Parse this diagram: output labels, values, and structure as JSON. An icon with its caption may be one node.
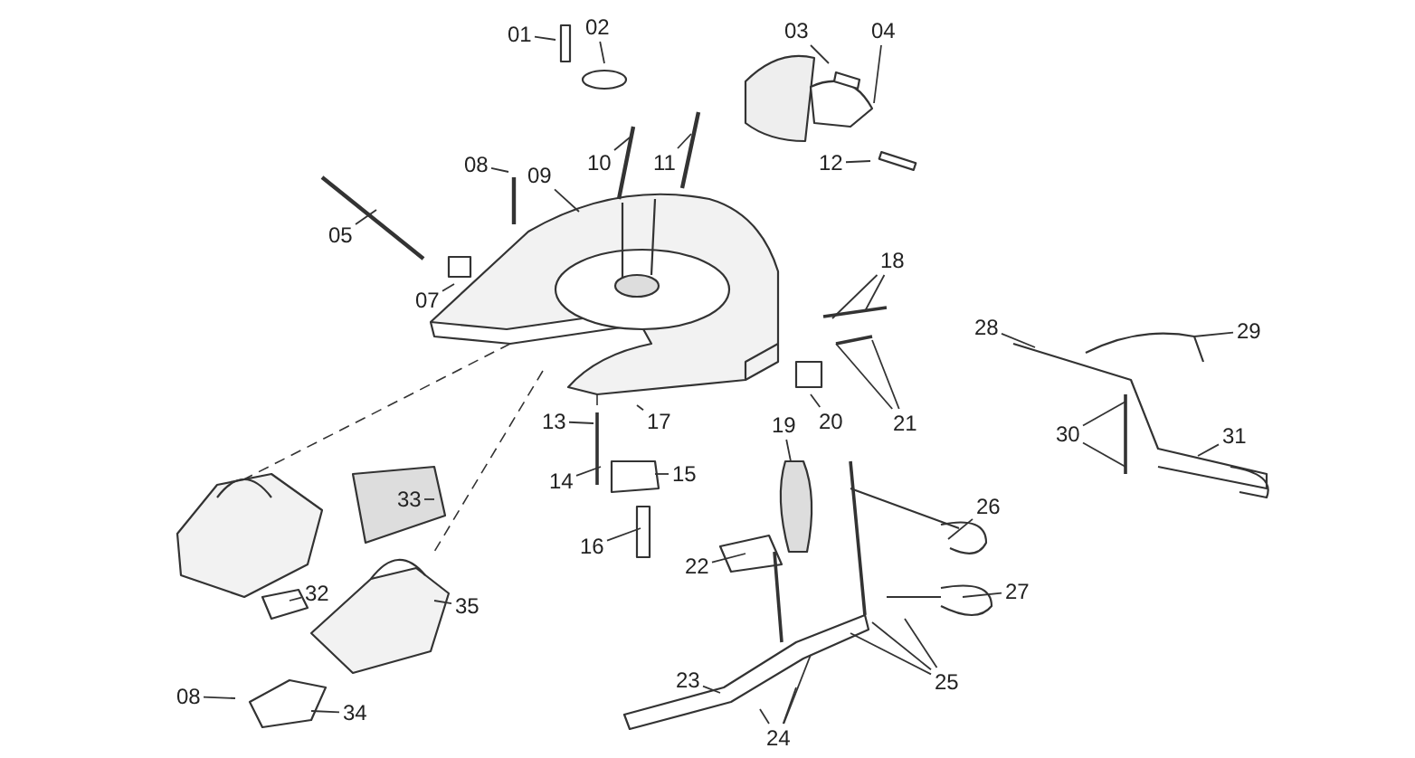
{
  "diagram": {
    "nodes": [
      {
        "text": [
          "01"
        ]
      },
      {
        "text": [
          "02"
        ]
      },
      {
        "text": [
          "03"
        ]
      },
      {
        "text": [
          "04"
        ]
      },
      {
        "text": [
          "08"
        ]
      },
      {
        "text": [
          "10"
        ]
      },
      {
        "text": [
          "11"
        ]
      },
      {
        "text": [
          "09"
        ]
      },
      {
        "text": [
          "12"
        ]
      },
      {
        "text": [
          "05"
        ]
      },
      {
        "text": [
          "07"
        ]
      },
      {
        "text": [
          "18"
        ]
      },
      {
        "text": [
          "28"
        ]
      },
      {
        "text": [
          "29"
        ]
      },
      {
        "text": [
          "13"
        ]
      },
      {
        "text": [
          "17"
        ]
      },
      {
        "text": [
          "20"
        ]
      },
      {
        "text": [
          "21"
        ]
      },
      {
        "text": [
          "19"
        ]
      },
      {
        "text": [
          "30"
        ]
      },
      {
        "text": [
          "31"
        ]
      },
      {
        "text": [
          "14"
        ]
      },
      {
        "text": [
          "15"
        ]
      },
      {
        "text": [
          "33"
        ]
      },
      {
        "text": [
          "26"
        ]
      },
      {
        "text": [
          "16"
        ]
      },
      {
        "text": [
          "22"
        ]
      },
      {
        "text": [
          "32"
        ]
      },
      {
        "text": [
          "27"
        ]
      },
      {
        "text": [
          "35"
        ]
      },
      {
        "text": [
          "23"
        ]
      },
      {
        "text": [
          "25"
        ]
      },
      {
        "text": [
          "08"
        ]
      },
      {
        "text": [
          "34"
        ]
      },
      {
        "text": [
          "24"
        ]
      }
    ],
    "edges": [
      {
        "from": 0,
        "to": null,
        "arrow": "none"
      },
      {
        "from": 1,
        "to": null,
        "arrow": "none"
      },
      {
        "from": 2,
        "to": null,
        "arrow": "none"
      },
      {
        "from": 3,
        "to": null,
        "arrow": "none"
      },
      {
        "from": 4,
        "to": null,
        "arrow": "none"
      },
      {
        "from": 5,
        "to": null,
        "arrow": "none"
      },
      {
        "from": 6,
        "to": null,
        "arrow": "none"
      },
      {
        "from": 7,
        "to": null,
        "arrow": "none"
      },
      {
        "from": 8,
        "to": null,
        "arrow": "none"
      },
      {
        "from": 9,
        "to": null,
        "arrow": "none"
      },
      {
        "from": 10,
        "to": null,
        "arrow": "none"
      },
      {
        "from": 11,
        "to": null,
        "arrow": "none"
      },
      {
        "from": 11,
        "to": null,
        "arrow": "none"
      },
      {
        "from": 12,
        "to": null,
        "arrow": "none"
      },
      {
        "from": 13,
        "to": null,
        "arrow": "none"
      },
      {
        "from": 14,
        "to": null,
        "arrow": "none"
      },
      {
        "from": 15,
        "to": null,
        "arrow": "none"
      },
      {
        "from": 16,
        "to": null,
        "arrow": "none"
      },
      {
        "from": 17,
        "to": null,
        "arrow": "none"
      },
      {
        "from": 17,
        "to": null,
        "arrow": "none"
      },
      {
        "from": 18,
        "to": null,
        "arrow": "none"
      },
      {
        "from": 19,
        "to": null,
        "arrow": "none"
      },
      {
        "from": 19,
        "to": null,
        "arrow": "none"
      },
      {
        "from": 20,
        "to": null,
        "arrow": "none"
      },
      {
        "from": 21,
        "to": null,
        "arrow": "none"
      },
      {
        "from": 22,
        "to": null,
        "arrow": "none"
      },
      {
        "from": 23,
        "to": null,
        "arrow": "none"
      },
      {
        "from": 24,
        "to": null,
        "arrow": "none"
      },
      {
        "from": 25,
        "to": null,
        "arrow": "none"
      },
      {
        "from": 26,
        "to": null,
        "arrow": "none"
      },
      {
        "from": 27,
        "to": null,
        "arrow": "none"
      },
      {
        "from": 28,
        "to": null,
        "arrow": "none"
      },
      {
        "from": 29,
        "to": null,
        "arrow": "none"
      },
      {
        "from": 30,
        "to": null,
        "arrow": "none"
      },
      {
        "from": 31,
        "to": null,
        "arrow": "none"
      },
      {
        "from": 31,
        "to": null,
        "arrow": "none"
      },
      {
        "from": 31,
        "to": null,
        "arrow": "none"
      },
      {
        "from": 32,
        "to": null,
        "arrow": "none"
      },
      {
        "from": 33,
        "to": null,
        "arrow": "none"
      },
      {
        "from": 34,
        "to": null,
        "arrow": "none"
      },
      {
        "from": 34,
        "to": null,
        "arrow": "none"
      },
      {
        "from": 34,
        "to": null,
        "arrow": "none"
      }
    ]
  }
}
